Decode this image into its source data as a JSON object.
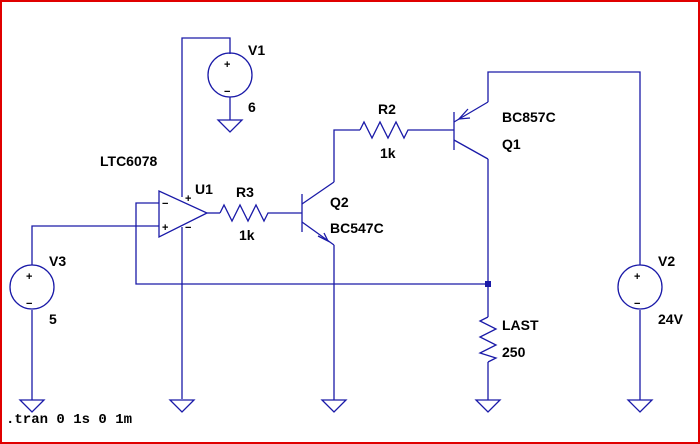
{
  "schematic": {
    "opamp": {
      "part": "LTC6078",
      "ref": "U1"
    },
    "v1": {
      "ref": "V1",
      "value": "6"
    },
    "v2": {
      "ref": "V2",
      "value": "24V"
    },
    "v3": {
      "ref": "V3",
      "value": "5"
    },
    "r1": {
      "ref": "R3",
      "value": "1k"
    },
    "r2": {
      "ref": "R2",
      "value": "1k"
    },
    "rload": {
      "ref": "LAST",
      "value": "250"
    },
    "q1": {
      "ref": "Q1",
      "part": "BC857C"
    },
    "q2": {
      "ref": "Q2",
      "part": "BC547C"
    },
    "sim_directive": ".tran 0 1s 0 1m",
    "plus_sign": "+",
    "minus_sign": "−"
  },
  "colors": {
    "wire": "#1a1aa8",
    "border": "#e00000",
    "text": "#000000"
  }
}
